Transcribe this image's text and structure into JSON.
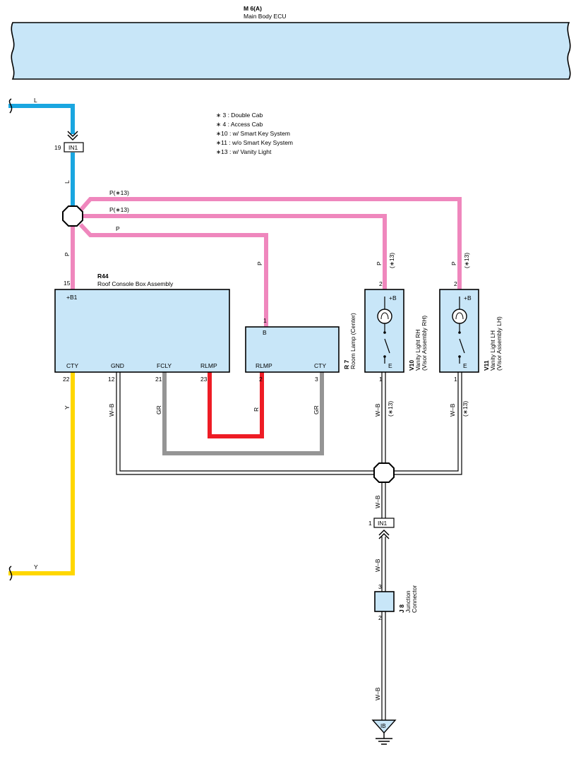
{
  "colors": {
    "L": "#1aa6e0",
    "P": "#ef87bd",
    "Y": "#ffd700",
    "R": "#ee1c25",
    "GR": "#959595",
    "WB": "#000000",
    "box_fill": "#c8e6f8"
  },
  "ecu": {
    "code": "M 6(A)",
    "name": "Main Body ECU"
  },
  "notes": [
    "∗ 3 : Double Cab",
    "∗ 4 : Access Cab",
    "∗10 : w/ Smart Key System",
    "∗11 : w/o Smart Key System",
    "∗13 : w/ Vanity Light"
  ],
  "connectors": {
    "in1_top": {
      "label": "IN1",
      "pin": "19"
    },
    "in1_bottom": {
      "label": "IN1",
      "pin": "1"
    }
  },
  "wires": {
    "L": "L",
    "P": "P",
    "P13": "P(∗13)",
    "P_vert_13": "(∗13)",
    "Y": "Y",
    "WB": "W–B",
    "GR": "GR",
    "R": "R",
    "WB13": "(∗13)"
  },
  "r44": {
    "code": "R44",
    "name": "Roof Console Box Assembly",
    "pins": {
      "b1_label": "+B1",
      "b1_num": "15",
      "cty_label": "CTY",
      "cty_num": "22",
      "gnd_label": "GND",
      "gnd_num": "12",
      "fcly_label": "FCLY",
      "fcly_num": "21",
      "rlmp_label": "RLMP",
      "rlmp_num": "23"
    }
  },
  "r7": {
    "code": "R 7",
    "name": "Room Lamp (Center)",
    "pins": {
      "b_label": "B",
      "b_num": "1",
      "rlmp_label": "RLMP",
      "rlmp_num": "2",
      "cty_label": "CTY",
      "cty_num": "3"
    }
  },
  "v10": {
    "code": "V10",
    "name": "Vanity Light RH",
    "sub": "(Visor Assembly RH)",
    "pins": {
      "plus_label": "+B",
      "plus_num": "2",
      "e_label": "E",
      "e_num": "1"
    }
  },
  "v11": {
    "code": "V11",
    "name": "Vanity Light LH",
    "sub": "(Visor Assembly LH)",
    "pins": {
      "plus_label": "+B",
      "plus_num": "2",
      "e_label": "E",
      "e_num": "1"
    }
  },
  "j8": {
    "code": "J 8",
    "name": "Junction",
    "name2": "Connector",
    "pin_top": "3",
    "pin_bottom": "2"
  },
  "ground": {
    "label": "IB"
  }
}
